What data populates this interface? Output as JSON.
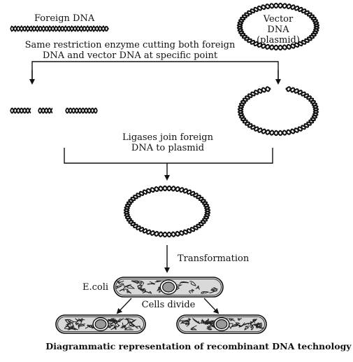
{
  "labels": {
    "foreign_dna": "Foreign DNA",
    "vector_line1": "Vector",
    "vector_line2": "DNA",
    "vector_line3": "(plasmid)",
    "step1_line1": "Same restriction enzyme cutting both foreign",
    "step1_line2": "DNA and vector DNA at specific point",
    "step2_line1": "Ligases join foreign",
    "step2_line2": "DNA to plasmid",
    "transformation": "Transformation",
    "ecoli": "E.coli",
    "cells_divide": "Cells divide",
    "caption": "Diagrammatic representation of recombinant DNA technology"
  },
  "colors": {
    "ink": "#111111",
    "cell_fill": "#d9d9d9",
    "background": "#ffffff"
  }
}
